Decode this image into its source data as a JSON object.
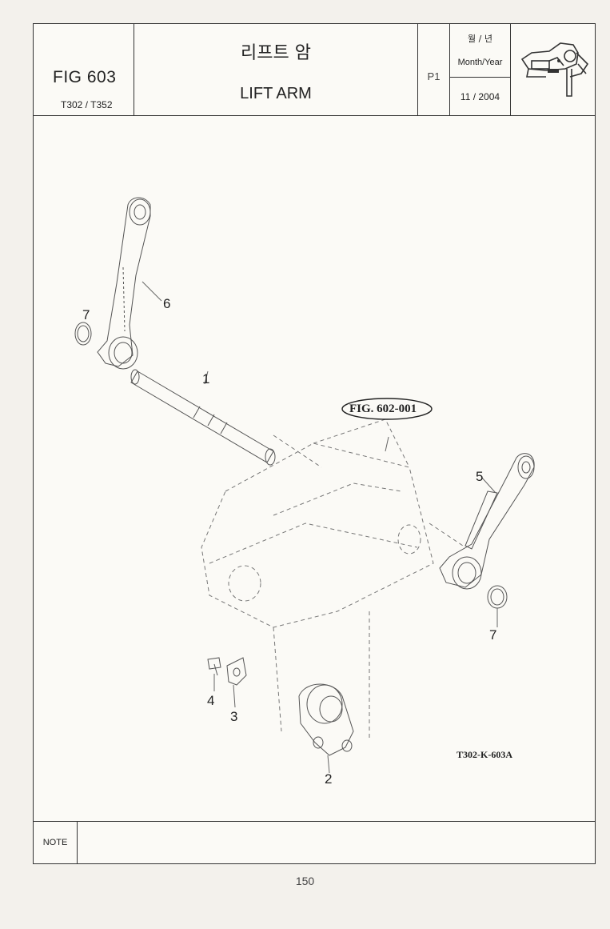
{
  "header": {
    "fig_label": "FIG 603",
    "models": "T302 / T352",
    "title_ko": "리프트 암",
    "title_en": "LIFT ARM",
    "page": "P1",
    "date_label_ko": "월 / 년",
    "date_label_en": "Month/Year",
    "date_value": "11 / 2004",
    "icon": "tractor-hitch-icon"
  },
  "drawing": {
    "callouts": [
      "1",
      "2",
      "3",
      "4",
      "5",
      "6",
      "7",
      "7"
    ],
    "fig_reference": "FIG. 602-001",
    "drawing_code": "T302-K-603A"
  },
  "note": {
    "label": "NOTE"
  },
  "footer": {
    "page_number": "150"
  }
}
